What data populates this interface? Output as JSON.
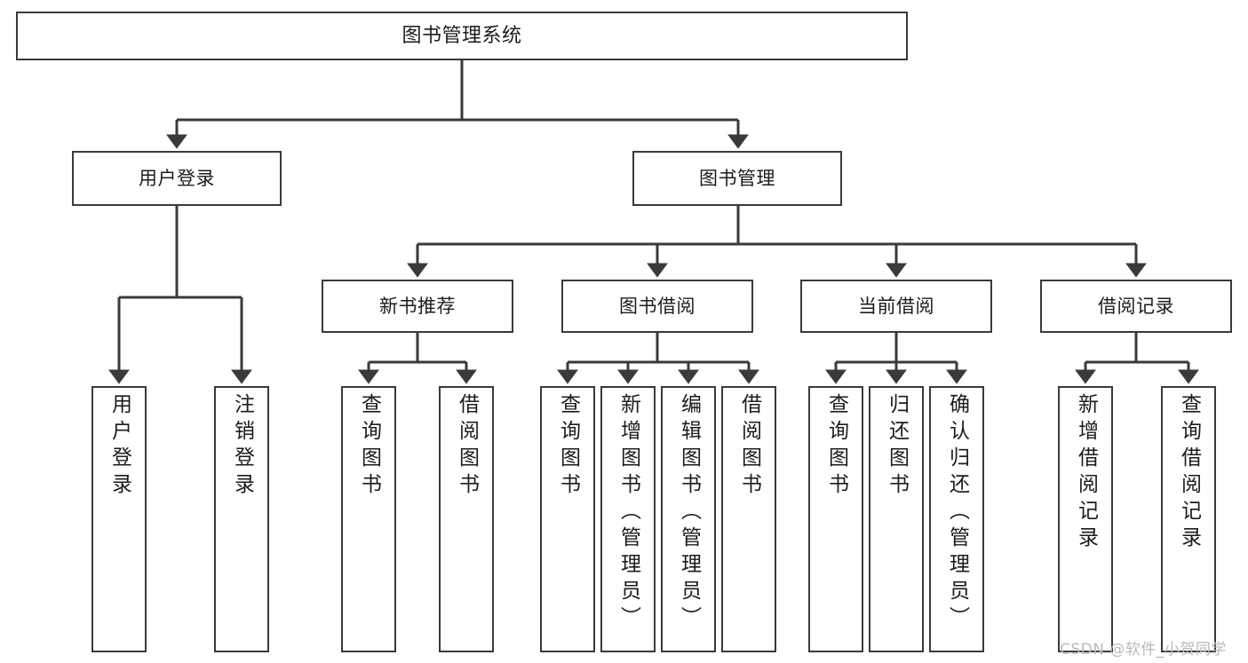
{
  "diagram": {
    "title": "图书管理系统",
    "type": "hierarchy-tree",
    "levels": 4,
    "colors": {
      "stroke": "#3a3a3a",
      "fill": "#ffffff",
      "text": "#1c1c1c",
      "watermark": "#b9b9b9"
    },
    "nodes": {
      "root": {
        "label": "图书管理系统"
      },
      "level2": [
        {
          "id": "user-login",
          "label": "用户登录"
        },
        {
          "id": "book-management",
          "label": "图书管理"
        }
      ],
      "level3": [
        {
          "id": "new-book-recommend",
          "label": "新书推荐"
        },
        {
          "id": "book-borrow",
          "label": "图书借阅"
        },
        {
          "id": "current-borrow",
          "label": "当前借阅"
        },
        {
          "id": "borrow-record",
          "label": "借阅记录"
        }
      ],
      "leaves": {
        "user_login": [
          {
            "id": "leaf-user-login",
            "label": "用户登录"
          },
          {
            "id": "leaf-logout-login",
            "label": "注销登录"
          }
        ],
        "new_book_recommend": [
          {
            "id": "leaf-query-book-1",
            "label": "查询图书"
          },
          {
            "id": "leaf-borrow-book-1",
            "label": "借阅图书"
          }
        ],
        "book_borrow": [
          {
            "id": "leaf-query-book-2",
            "label": "查询图书"
          },
          {
            "id": "leaf-add-book",
            "label": "新增图书（管理员）"
          },
          {
            "id": "leaf-edit-book",
            "label": "编辑图书（管理员）"
          },
          {
            "id": "leaf-borrow-book-2",
            "label": "借阅图书"
          }
        ],
        "current_borrow": [
          {
            "id": "leaf-query-book-3",
            "label": "查询图书"
          },
          {
            "id": "leaf-return-book",
            "label": "归还图书"
          },
          {
            "id": "leaf-confirm-return",
            "label": "确认归还（管理员）"
          }
        ],
        "borrow_record": [
          {
            "id": "leaf-add-record",
            "label": "新增借阅记录"
          },
          {
            "id": "leaf-query-record",
            "label": "查询借阅记录"
          }
        ]
      }
    }
  },
  "watermark": {
    "text": "CSDN @软件_小贺同学"
  }
}
